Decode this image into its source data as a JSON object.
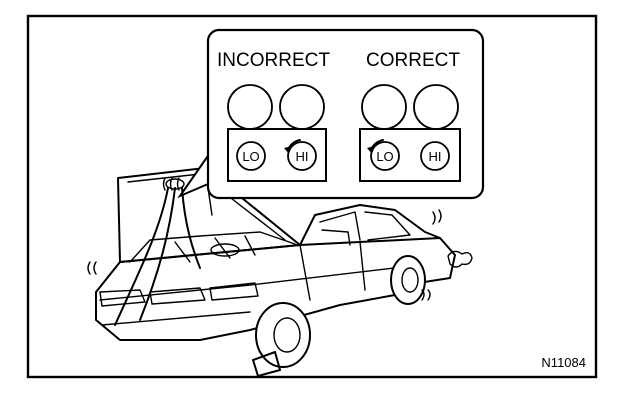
{
  "callout": {
    "incorrect_label": "INCORRECT",
    "correct_label": "CORRECT",
    "incorrect_lo": "LO",
    "incorrect_hi": "HI",
    "correct_lo": "LO",
    "correct_hi": "HI"
  },
  "figure_code": "N11084"
}
